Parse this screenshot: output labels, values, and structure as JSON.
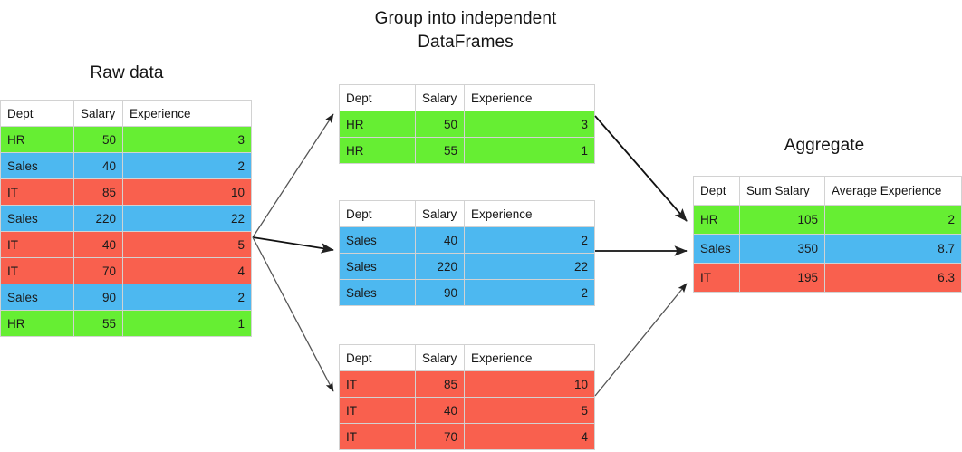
{
  "titles": {
    "main": "Group into independent\nDataFrames",
    "raw": "Raw data",
    "aggregate": "Aggregate"
  },
  "colors": {
    "hr": "#66ee33",
    "sales": "#4db8f0",
    "it": "#f9604e",
    "border": "#d2d2d2",
    "arrow": "#222222",
    "text": "#141414",
    "background": "#ffffff"
  },
  "raw_table": {
    "name": "Raw data",
    "columns": [
      "Dept",
      "Salary",
      "Experience"
    ],
    "rows": [
      {
        "dept": "HR",
        "salary": "50",
        "experience": "3",
        "group": "hr"
      },
      {
        "dept": "Sales",
        "salary": "40",
        "experience": "2",
        "group": "sales"
      },
      {
        "dept": "IT",
        "salary": "85",
        "experience": "10",
        "group": "it"
      },
      {
        "dept": "Sales",
        "salary": "220",
        "experience": "22",
        "group": "sales"
      },
      {
        "dept": "IT",
        "salary": "40",
        "experience": "5",
        "group": "it"
      },
      {
        "dept": "IT",
        "salary": "70",
        "experience": "4",
        "group": "it"
      },
      {
        "dept": "Sales",
        "salary": "90",
        "experience": "2",
        "group": "sales"
      },
      {
        "dept": "HR",
        "salary": "55",
        "experience": "1",
        "group": "hr"
      }
    ]
  },
  "group_tables": [
    {
      "key": "hr",
      "columns": [
        "Dept",
        "Salary",
        "Experience"
      ],
      "rows": [
        {
          "dept": "HR",
          "salary": "50",
          "experience": "3"
        },
        {
          "dept": "HR",
          "salary": "55",
          "experience": "1"
        }
      ]
    },
    {
      "key": "sales",
      "columns": [
        "Dept",
        "Salary",
        "Experience"
      ],
      "rows": [
        {
          "dept": "Sales",
          "salary": "40",
          "experience": "2"
        },
        {
          "dept": "Sales",
          "salary": "220",
          "experience": "22"
        },
        {
          "dept": "Sales",
          "salary": "90",
          "experience": "2"
        }
      ]
    },
    {
      "key": "it",
      "columns": [
        "Dept",
        "Salary",
        "Experience"
      ],
      "rows": [
        {
          "dept": "IT",
          "salary": "85",
          "experience": "10"
        },
        {
          "dept": "IT",
          "salary": "40",
          "experience": "5"
        },
        {
          "dept": "IT",
          "salary": "70",
          "experience": "4"
        }
      ]
    }
  ],
  "aggregate_table": {
    "name": "Aggregate",
    "columns": [
      "Dept",
      "Sum Salary",
      "Average Experience"
    ],
    "rows": [
      {
        "dept": "HR",
        "sum_salary": "105",
        "avg_experience": "2",
        "group": "hr"
      },
      {
        "dept": "Sales",
        "sum_salary": "350",
        "avg_experience": "8.7",
        "group": "sales"
      },
      {
        "dept": "IT",
        "sum_salary": "195",
        "avg_experience": "6.3",
        "group": "it"
      }
    ]
  },
  "arrows": {
    "split": [
      {
        "name": "arrow-raw-to-hr"
      },
      {
        "name": "arrow-raw-to-sales"
      },
      {
        "name": "arrow-raw-to-it"
      }
    ],
    "merge": [
      {
        "name": "arrow-hr-to-aggregate"
      },
      {
        "name": "arrow-sales-to-aggregate"
      },
      {
        "name": "arrow-it-to-aggregate"
      }
    ]
  }
}
